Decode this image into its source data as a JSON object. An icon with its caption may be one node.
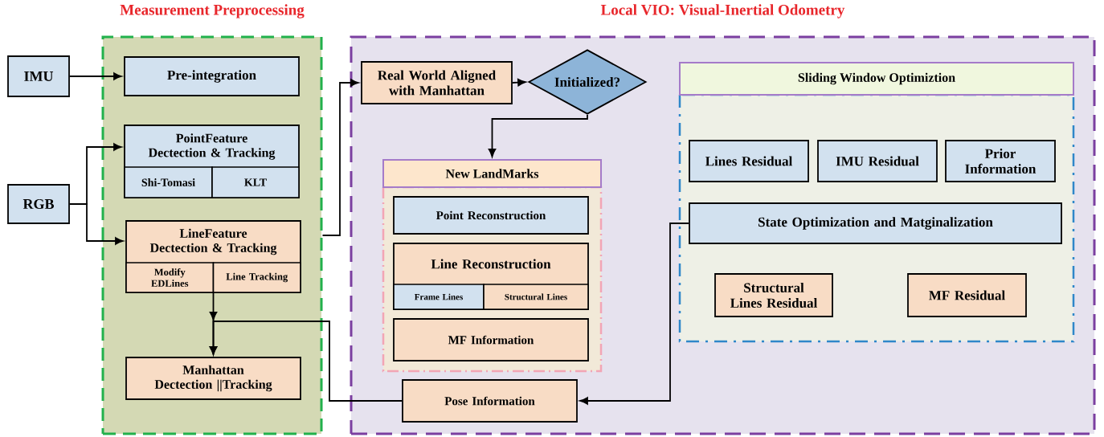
{
  "diagram": {
    "nodes": [
      {
        "text": [
          "Measurement Preprocessing"
        ]
      },
      {
        "text": [
          "Local VIO: Visual-Inertial Odometry"
        ]
      },
      {
        "text": [
          "IMU"
        ]
      },
      {
        "text": [
          "RGB"
        ]
      },
      {
        "text": [
          "Pre-integration"
        ],
        "in": 0
      },
      {
        "text": [
          "PointFeature Dectection & Tracking"
        ],
        "in": 0
      },
      {
        "text": [
          "Shi-Tomasi"
        ],
        "in": 5
      },
      {
        "text": [
          "KLT"
        ],
        "in": 5
      },
      {
        "text": [
          "LineFeature Dectection & Tracking"
        ],
        "in": 0
      },
      {
        "text": [
          "Modify EDLines"
        ],
        "in": 8
      },
      {
        "text": [
          "Line Tracking"
        ],
        "in": 8
      },
      {
        "text": [
          "Manhattan Dectection ||Tracking"
        ],
        "in": 0
      },
      {
        "text": [
          "Real World Aligned with Manhattan"
        ],
        "in": 1
      },
      {
        "text": [
          "Initialized?"
        ],
        "in": 1
      },
      {
        "text": [
          "New LandMarks"
        ],
        "in": 1
      },
      {
        "text": [
          "Point Reconstruction"
        ],
        "in": 14
      },
      {
        "text": [
          "Line Reconstruction"
        ],
        "in": 14
      },
      {
        "text": [
          "Frame Lines"
        ],
        "in": 16
      },
      {
        "text": [
          "Structural Lines"
        ],
        "in": 16
      },
      {
        "text": [
          "MF Information"
        ],
        "in": 14
      },
      {
        "text": [
          "Pose Information"
        ],
        "in": 1
      },
      {
        "text": [
          "Sliding Window Optimiztion"
        ],
        "in": 1
      },
      {
        "text": [
          "Lines Residual"
        ],
        "in": 21
      },
      {
        "text": [
          "IMU Residual"
        ],
        "in": 21
      },
      {
        "text": [
          "Prior Information"
        ],
        "in": 21
      },
      {
        "text": [
          "State Optimization and Matginalization"
        ],
        "in": 21
      },
      {
        "text": [
          "Structural Lines Residual"
        ],
        "in": 21
      },
      {
        "text": [
          "MF Residual"
        ],
        "in": 21
      }
    ],
    "edges": [
      {
        "from": 2,
        "to": 4,
        "arrow": "to"
      },
      {
        "from": 3,
        "to": 5,
        "arrow": "to"
      },
      {
        "from": 3,
        "to": 8,
        "arrow": "to"
      },
      {
        "from": 8,
        "to": 11,
        "arrow": "to"
      },
      {
        "from": 20,
        "to": 11,
        "arrow": "to"
      },
      {
        "from": 0,
        "to": 12,
        "arrow": "to"
      },
      {
        "from": 12,
        "to": 13,
        "arrow": "to"
      },
      {
        "from": 13,
        "to": 14,
        "arrow": "to"
      },
      {
        "from": 25,
        "to": 20,
        "arrow": "to"
      }
    ]
  }
}
